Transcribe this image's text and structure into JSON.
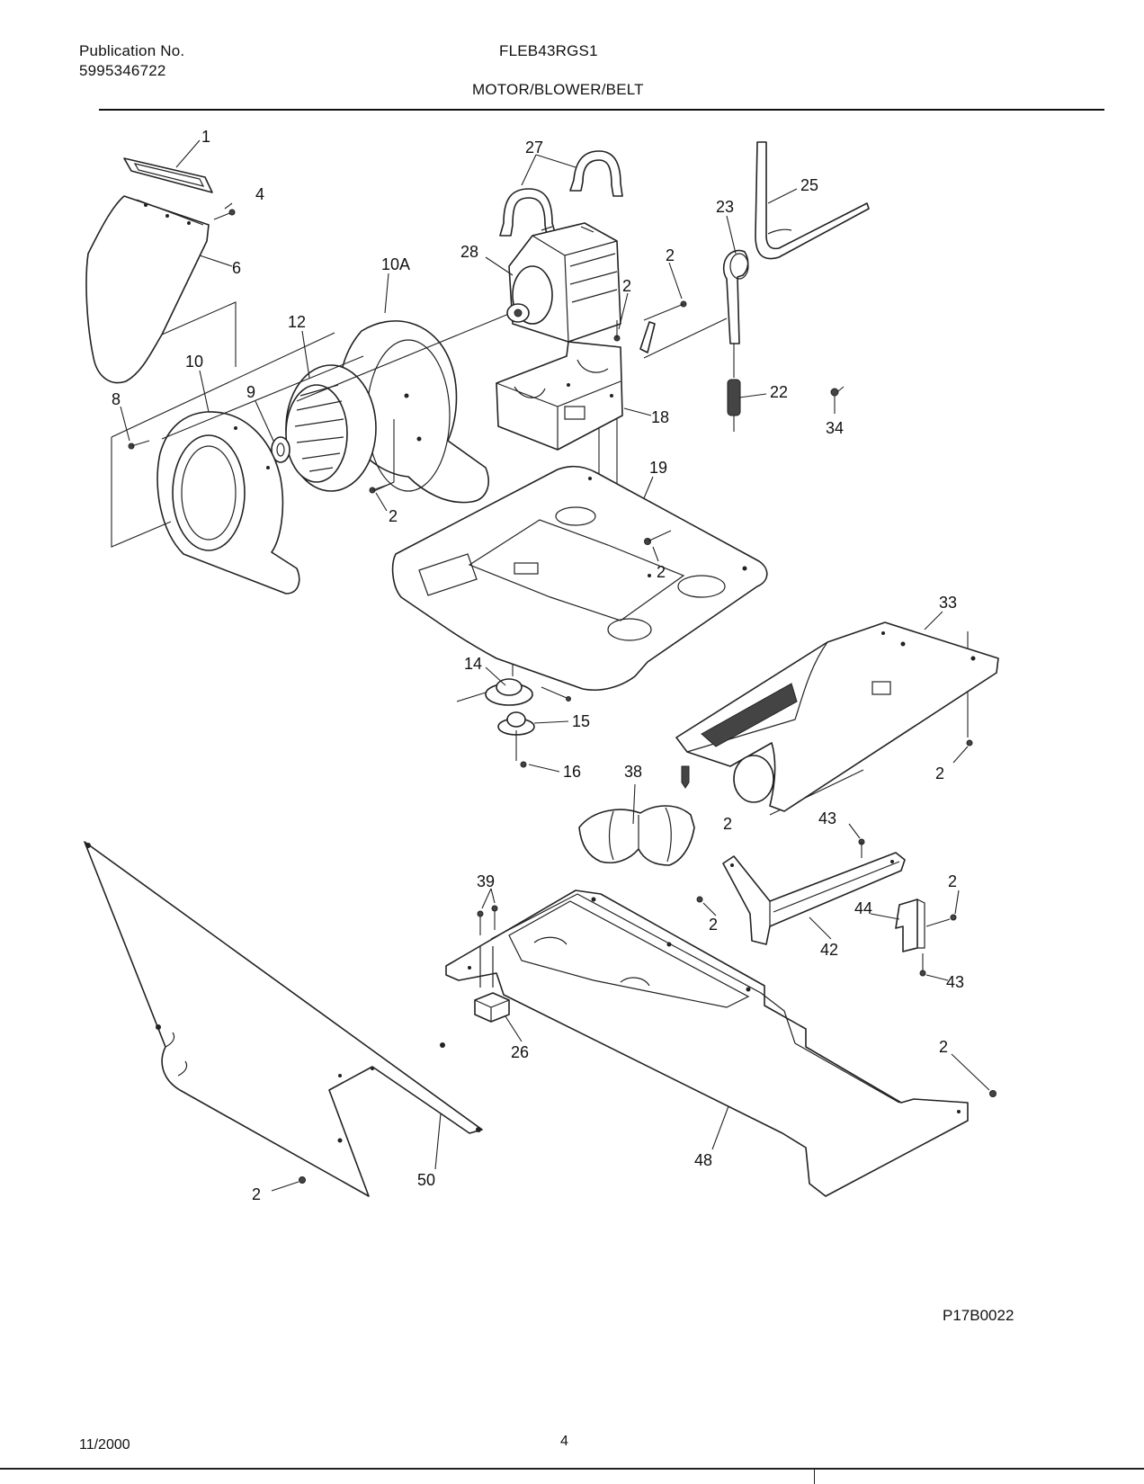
{
  "header": {
    "publication_label": "Publication No.",
    "publication_number": "5995346722",
    "model": "FLEB43RGS1",
    "section_title": "MOTOR/BLOWER/BELT"
  },
  "drawing_code": "P17B0022",
  "footer": {
    "date": "11/2000",
    "page": "4"
  },
  "callouts": [
    "1",
    "4",
    "6",
    "10A",
    "12",
    "10",
    "8",
    "9",
    "2",
    "27",
    "28",
    "2",
    "2",
    "23",
    "25",
    "22",
    "34",
    "18",
    "19",
    "2",
    "33",
    "14",
    "15",
    "16",
    "38",
    "2",
    "2",
    "43",
    "2",
    "39",
    "44",
    "42",
    "2",
    "43",
    "26",
    "2",
    "48",
    "50",
    "2"
  ]
}
